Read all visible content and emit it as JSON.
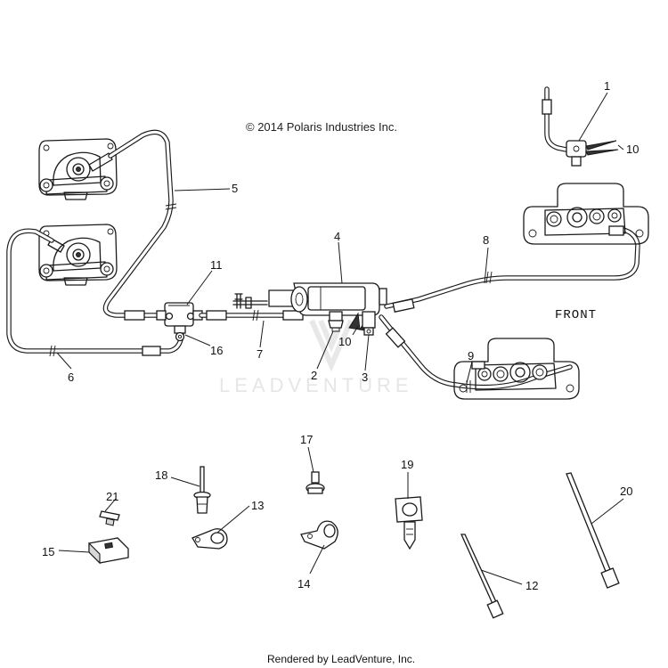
{
  "copyright": "© 2014 Polaris Industries Inc.",
  "front_label": "FRONT",
  "watermark": "LEADVENTURE",
  "footer": "Rendered by LeadVenture, Inc.",
  "callouts": {
    "c1": "1",
    "c2": "2",
    "c3": "3",
    "c4": "4",
    "c5": "5",
    "c6": "6",
    "c7": "7",
    "c8": "8",
    "c9": "9",
    "c10a": "10",
    "c10b": "10",
    "c11": "11",
    "c12": "12",
    "c13": "13",
    "c14": "14",
    "c15": "15",
    "c16": "16",
    "c17": "17",
    "c18": "18",
    "c19": "19",
    "c20": "20",
    "c21": "21"
  }
}
